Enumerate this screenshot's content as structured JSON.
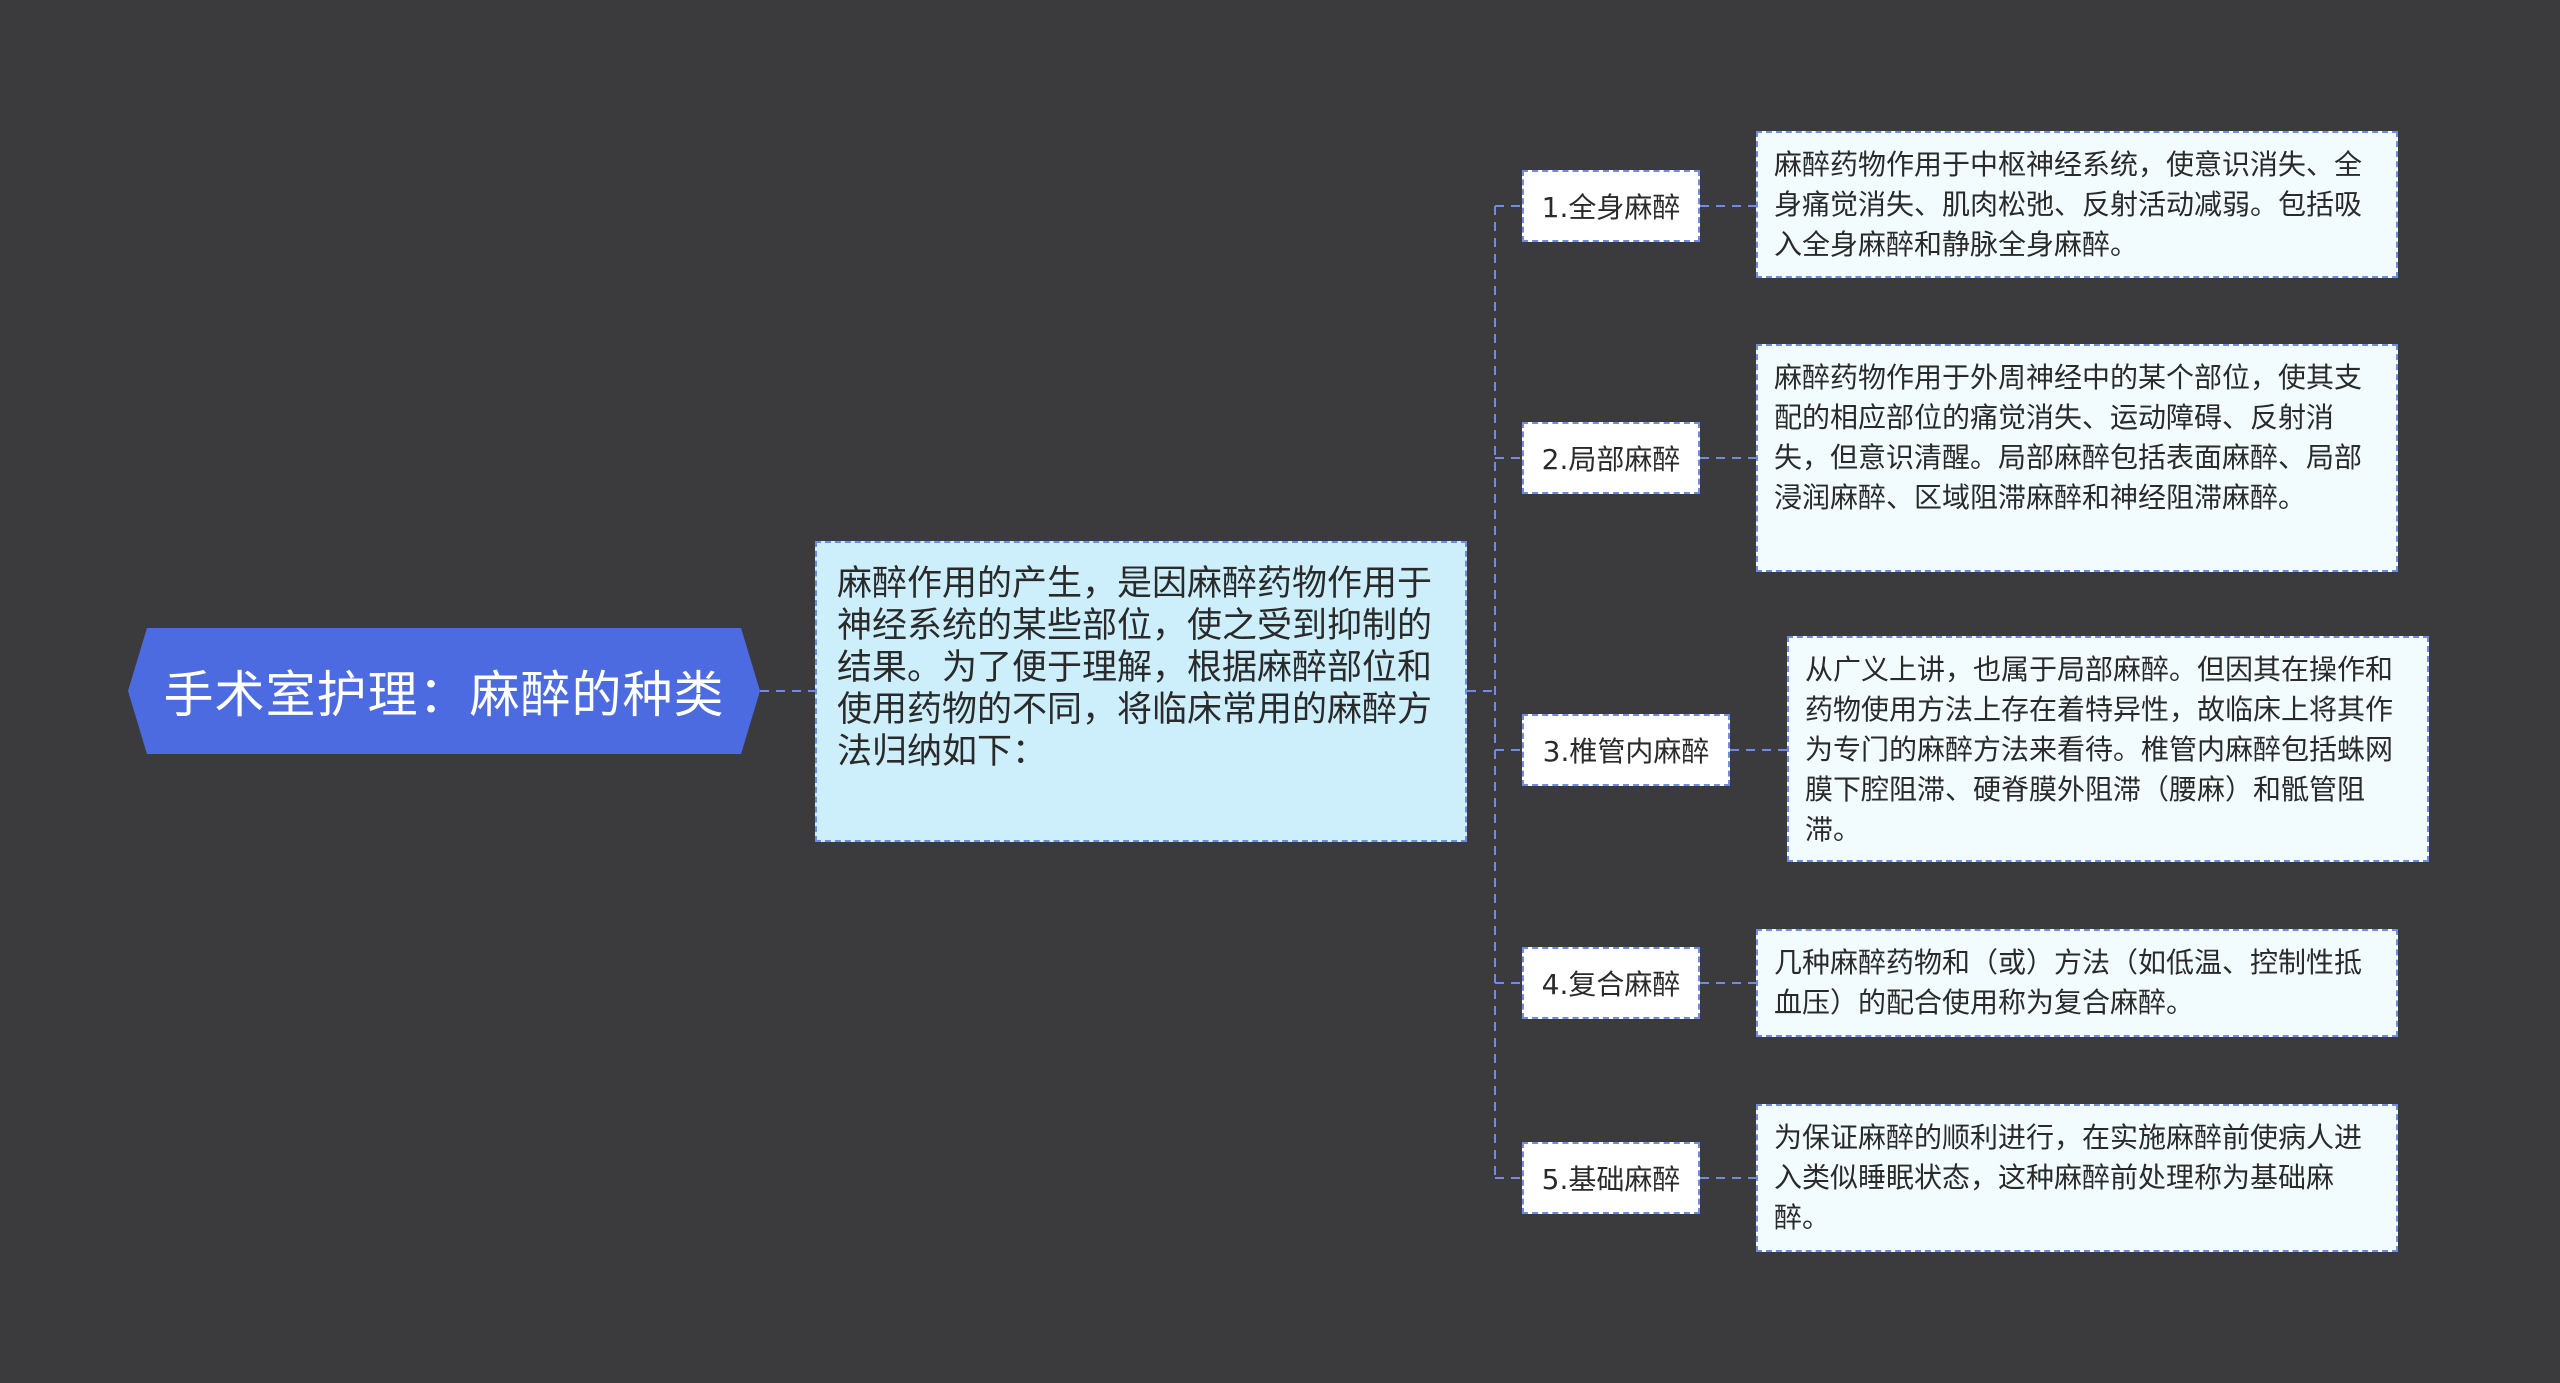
{
  "root": {
    "label": "手术室护理：麻醉的种类"
  },
  "intro": {
    "text": "麻醉作用的产生，是因麻醉药物作用于神经系统的某些部位，使之受到抑制的结果。为了便于理解，根据麻醉部位和使用药物的不同，将临床常用的麻醉方法归纳如下："
  },
  "branches": [
    {
      "label": "1.全身麻醉",
      "detail": "麻醉药物作用于中枢神经系统，使意识消失、全身痛觉消失、肌肉松弛、反射活动减弱。包括吸入全身麻醉和静脉全身麻醉。"
    },
    {
      "label": "2.局部麻醉",
      "detail": "麻醉药物作用于外周神经中的某个部位，使其支配的相应部位的痛觉消失、运动障碍、反射消失，但意识清醒。局部麻醉包括表面麻醉、局部浸润麻醉、区域阻滞麻醉和神经阻滞麻醉。"
    },
    {
      "label": "3.椎管内麻醉",
      "detail": "从广义上讲，也属于局部麻醉。但因其在操作和药物使用方法上存在着特异性，故临床上将其作为专门的麻醉方法来看待。椎管内麻醉包括蛛网膜下腔阻滞、硬脊膜外阻滞（腰麻）和骶管阻滞。"
    },
    {
      "label": "4.复合麻醉",
      "detail": "几种麻醉药物和（或）方法（如低温、控制性抵血压）的配合使用称为复合麻醉。"
    },
    {
      "label": "5.基础麻醉",
      "detail": "为保证麻醉的顺利进行，在实施麻醉前使病人进入类似睡眠状态，这种麻醉前处理称为基础麻醉。"
    }
  ],
  "colors": {
    "background": "#3b3a3d",
    "root_fill": "#4d6be0",
    "intro_fill": "#cdeffc",
    "branch_fill": "#ffffff",
    "detail_fill": "#f2fcff",
    "connector": "#6f8be6"
  }
}
